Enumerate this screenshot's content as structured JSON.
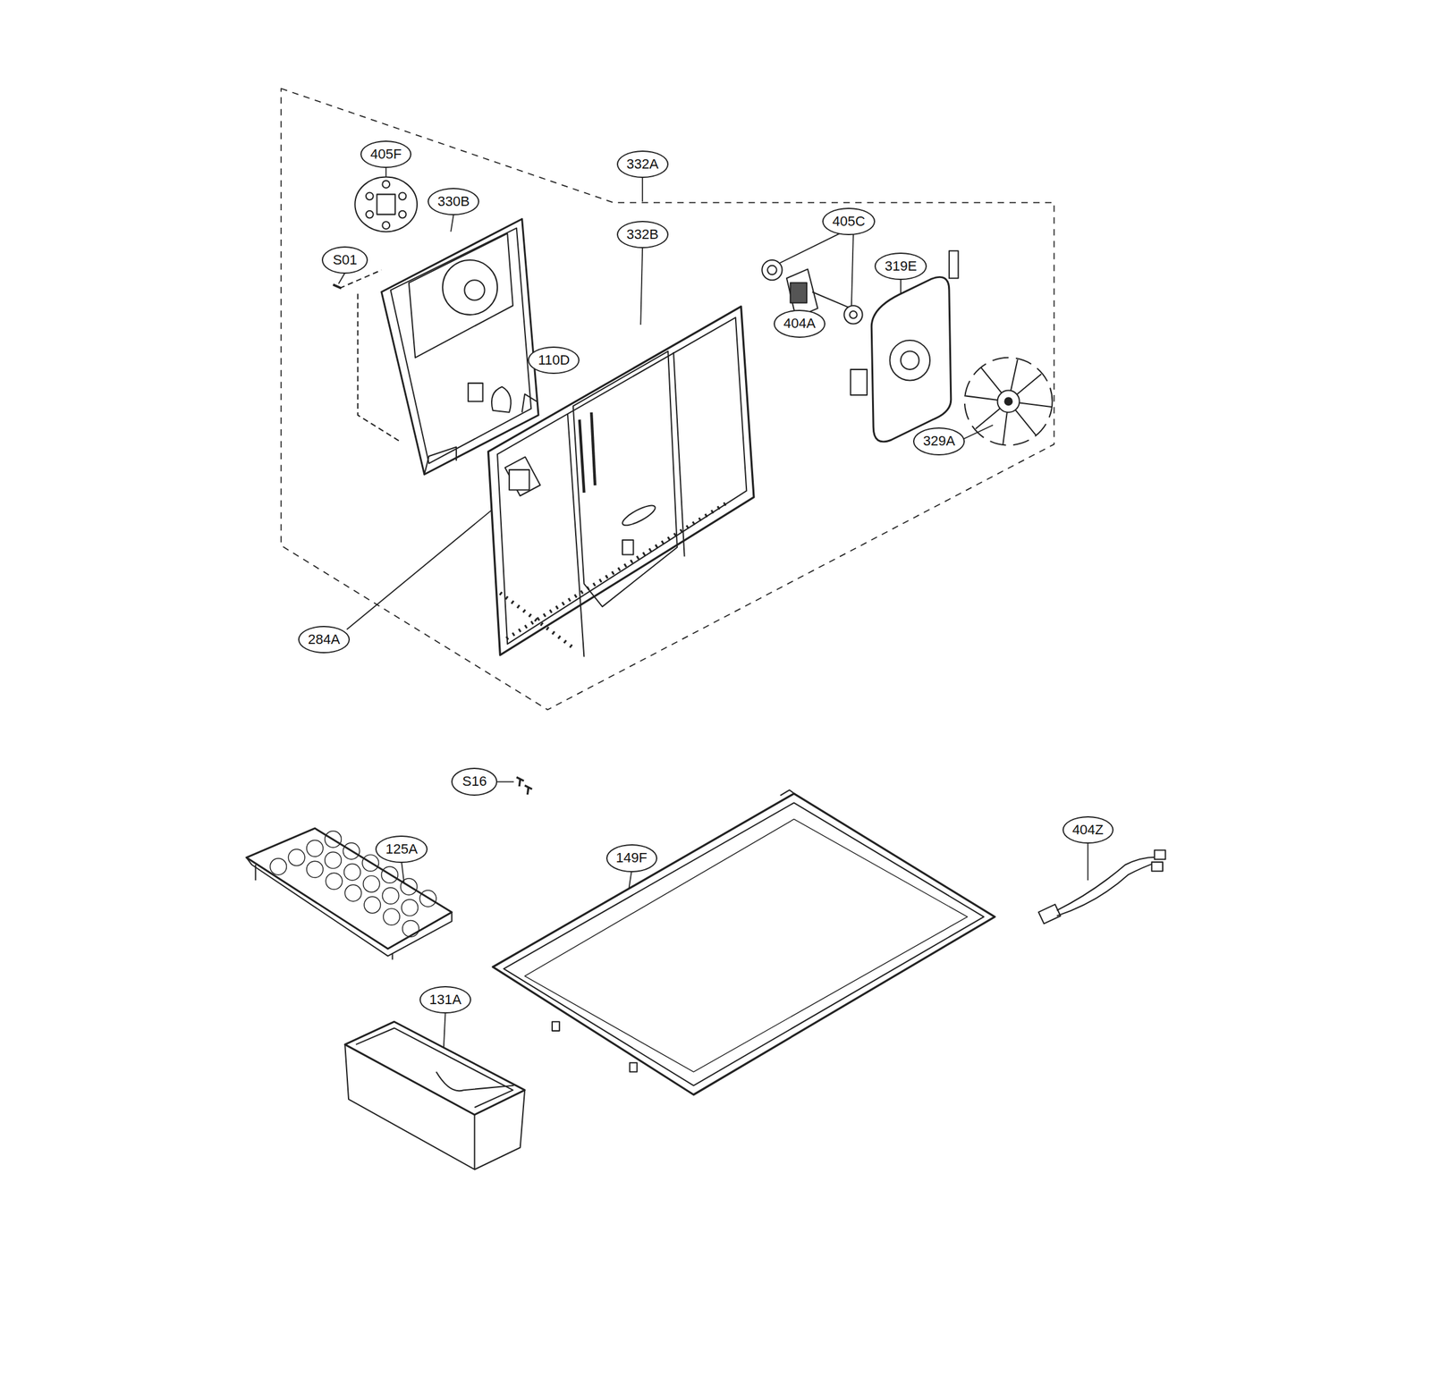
{
  "diagram": {
    "labels": [
      "405F",
      "330B",
      "S01",
      "332A",
      "405C",
      "319E",
      "332B",
      "110D",
      "404A",
      "329A",
      "284A",
      "S16",
      "125A",
      "149F",
      "404Z",
      "131A"
    ]
  }
}
